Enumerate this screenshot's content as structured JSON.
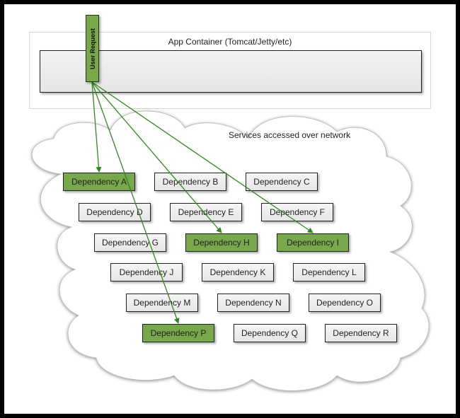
{
  "app_container": {
    "title": "App Container (Tomcat/Jetty/etc)"
  },
  "user_request": {
    "label": "User Request"
  },
  "services": {
    "label": "Services accessed over network"
  },
  "dependencies": [
    {
      "label": "Dependency A",
      "active": true
    },
    {
      "label": "Dependency B",
      "active": false
    },
    {
      "label": "Dependency C",
      "active": false
    },
    {
      "label": "Dependency D",
      "active": false
    },
    {
      "label": "Dependency E",
      "active": false
    },
    {
      "label": "Dependency F",
      "active": false
    },
    {
      "label": "Dependency G",
      "active": false
    },
    {
      "label": "Dependency H",
      "active": true
    },
    {
      "label": "Dependency I",
      "active": true
    },
    {
      "label": "Dependency J",
      "active": false
    },
    {
      "label": "Dependency K",
      "active": false
    },
    {
      "label": "Dependency L",
      "active": false
    },
    {
      "label": "Dependency M",
      "active": false
    },
    {
      "label": "Dependency N",
      "active": false
    },
    {
      "label": "Dependency O",
      "active": false
    },
    {
      "label": "Dependency P",
      "active": true
    },
    {
      "label": "Dependency Q",
      "active": false
    },
    {
      "label": "Dependency R",
      "active": false
    }
  ],
  "colors": {
    "active": "#77a84c",
    "arrow": "#2e8a1e",
    "inactive": "#e8e8e8"
  }
}
